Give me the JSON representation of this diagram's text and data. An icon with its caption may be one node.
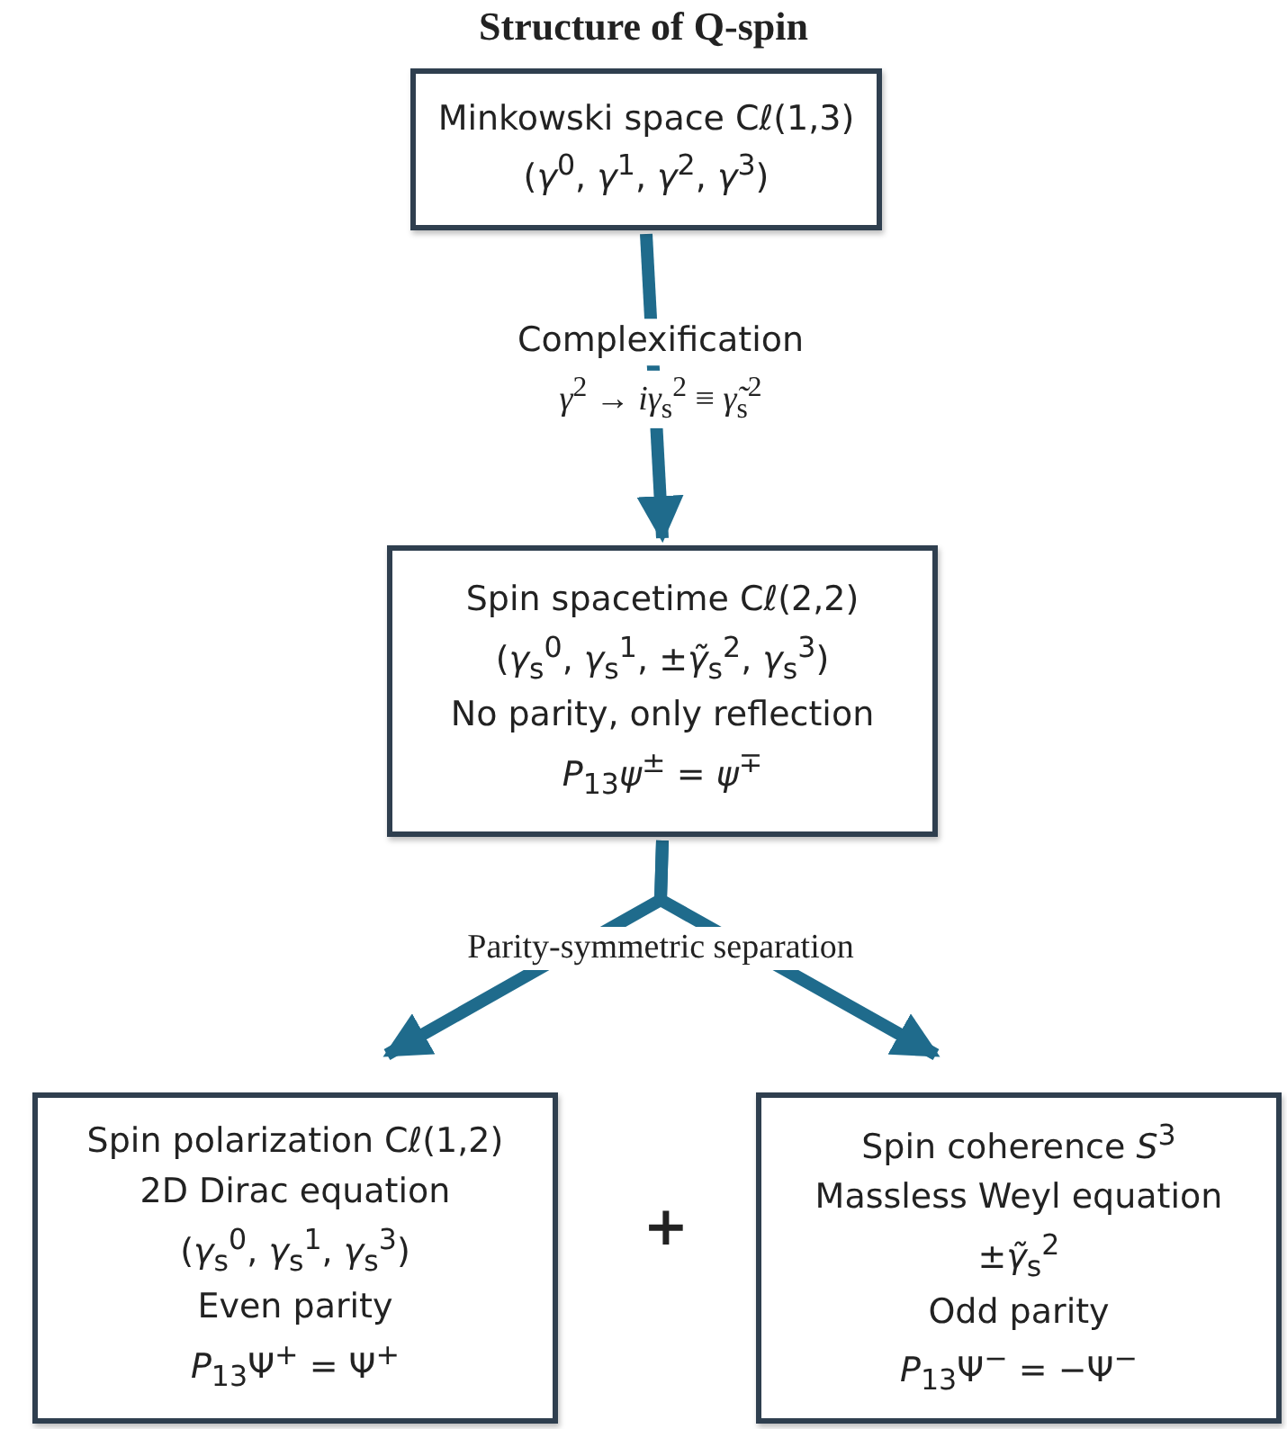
{
  "diagram": {
    "title": "Structure of Q-spin",
    "nodes": [
      {
        "text": [
          "Minkowski space Cℓ(1,3)",
          "(*γ*$^{0}$, *γ*$^{1}$, *γ*$^{2}$, *γ*$^{3}$)"
        ]
      },
      {
        "text": [
          "Spin spacetime Cℓ(2,2)",
          "(*γ*$_{s}$$^{0}$, *γ*$_{s}$$^{1}$, ±*γ̃*$_{s}$$^{2}$, *γ*$_{s}$$^{3}$)",
          "No parity, only reflection",
          "*P*$_{13}$*ψ*$^{±}$ = *ψ*$^{∓}$"
        ]
      },
      {
        "text": [
          "Spin polarization Cℓ(1,2)",
          "2D Dirac equation",
          "(*γ*$_{s}$$^{0}$, *γ*$_{s}$$^{1}$, *γ*$_{s}$$^{3}$)",
          "Even parity",
          "*P*$_{13}$Ψ$^{+}$ = Ψ$^{+}$"
        ]
      },
      {
        "text": [
          "Spin coherence *S*$^{3}$",
          "Massless Weyl equation",
          "±*γ̃*$_{s}$$^{2}$",
          "Odd parity",
          "*P*$_{13}$Ψ$^{−}$ = −Ψ$^{−}$"
        ]
      }
    ],
    "edges": [
      {
        "from": 0,
        "to": 1,
        "arrow": "to",
        "label": "Complexification"
      },
      {
        "from": 1,
        "to": 2,
        "arrow": "to"
      },
      {
        "from": 1,
        "to": 3,
        "arrow": "to"
      }
    ],
    "labels": [
      "*γ*$^{2}$ → *iγ*$_{s}$$^{2}$ ≡ *γ̃*$_{s}$$^{2}$",
      "Parity-symmetric separation",
      "+"
    ]
  }
}
